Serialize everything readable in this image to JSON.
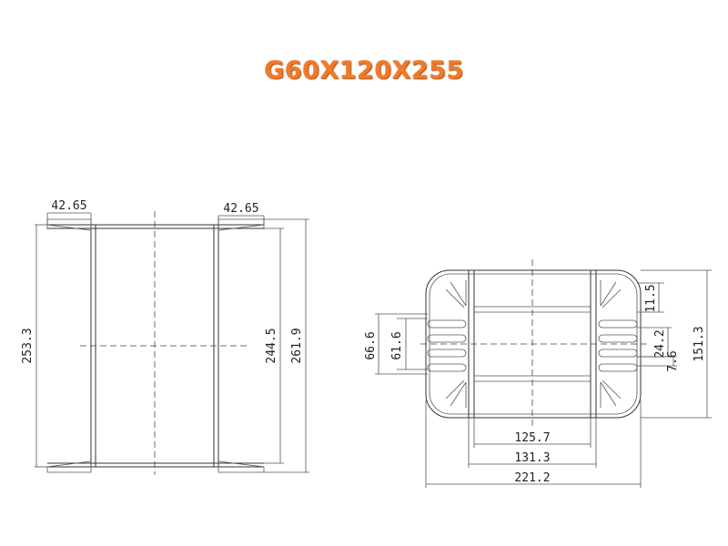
{
  "title": "G60X120X255",
  "front_view": {
    "top_left": "42.65",
    "top_right": "42.65",
    "height_left": "253.3",
    "height_inner": "244.5",
    "height_outer": "261.9"
  },
  "side_view": {
    "h_66_6": "66.6",
    "h_61_6": "61.6",
    "h_11_5": "11.5",
    "h_24_2": "24.2",
    "h_7_6": "7.6",
    "h_151_3": "151.3",
    "w_125_7": "125.7",
    "w_131_3": "131.3",
    "w_221_2": "221.2"
  },
  "colors": {
    "title": "#f07a28",
    "line": "#333333"
  }
}
